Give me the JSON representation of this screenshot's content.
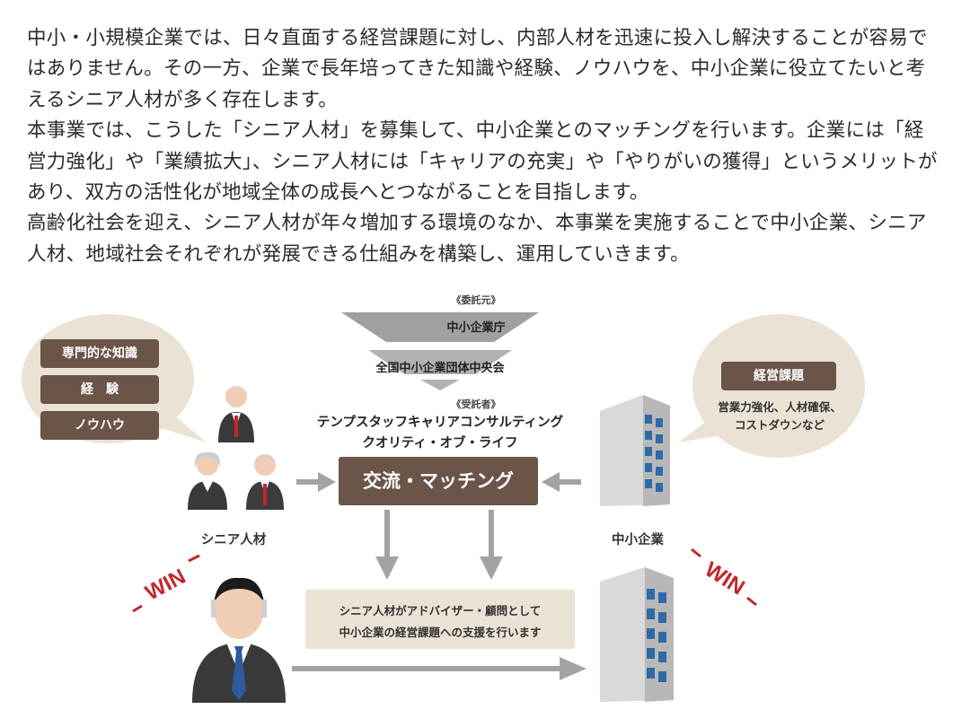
{
  "intro": {
    "p1": "中小・小規模企業では、日々直面する経営課題に対し、内部人材を迅速に投入し解決することが容易ではありません。その一方、企業で長年培ってきた知識や経験、ノウハウを、中小企業に役立てたいと考えるシニア人材が多く存在します。",
    "p2": "本事業では、こうした「シニア人材」を募集して、中小企業とのマッチングを行います。企業には「経営力強化」や「業績拡大」、シニア人材には「キャリアの充実」や「やりがいの獲得」というメリットがあり、双方の活性化が地域全体の成長へとつながることを目指します。",
    "p3": "高齢化社会を迎え、シニア人材が年々増加する環境のなか、本事業を実施することで中小企業、シニア人材、地域社会それぞれが発展できる仕組みを構築し、運用していきます。"
  },
  "diagram": {
    "commissioner_label": "《委託元》",
    "agency": "中小企業庁",
    "federation": "全国中小企業団体中央会",
    "contractor_label": "《受託者》",
    "contractor_line1": "テンプスタッフキャリアコンサルティング",
    "contractor_line2": "クオリティ・オブ・ライフ",
    "center_box": "交流・マッチング",
    "senior_items": [
      "専門的な知識",
      "経　験",
      "ノウハウ"
    ],
    "company_issue_title": "経営課題",
    "company_issue_line1": "営業力強化、人材確保、",
    "company_issue_line2": "コストダウンなど",
    "senior_label": "シニア人材",
    "company_label": "中小企業",
    "support_line1": "シニア人材がアドバイザー・顧問として",
    "support_line2": "中小企業の経営課題への支援を行います",
    "win_left": "WIN",
    "win_right": "WIN"
  },
  "colors": {
    "accent_brown": "#6b5448",
    "bubble_beige": "#eae3d5",
    "funnel_gray": "#9d9d9d",
    "arrow_gray": "#a3a3a3",
    "win_red": "#c1272d",
    "tie_red": "#c1272d",
    "tie_blue": "#2d5b9c"
  },
  "icons": {
    "senior_people": "person-icon",
    "businessman": "businessman-icon",
    "building": "building-icon"
  }
}
